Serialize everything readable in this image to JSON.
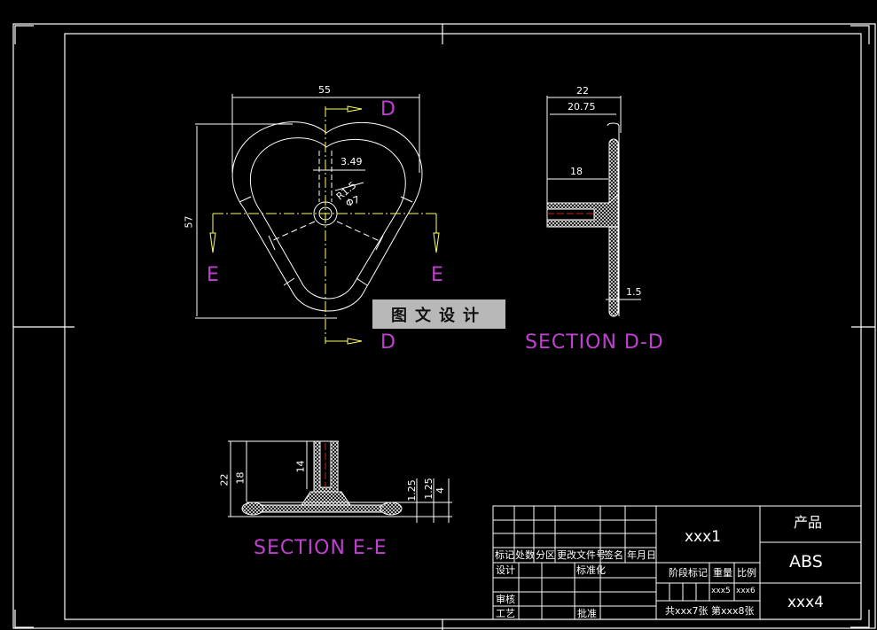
{
  "drawing": {
    "background": "#000000",
    "line_color": "#ffffff",
    "centerline_color": "#ffff66",
    "label_color": "#c040d0",
    "hidden_axis_color": "#cc2222"
  },
  "top_view": {
    "width_dim": "55",
    "height_dim": "57",
    "rib_dim": "3.49",
    "radius_dim": "R1.5",
    "diameter_dim": "Φ7",
    "section_marks": {
      "d_top": "D",
      "d_bottom": "D",
      "e_left": "E",
      "e_right": "E"
    }
  },
  "section_dd": {
    "title": "SECTION D-D",
    "dims": {
      "overall": "22",
      "inner": "20.75",
      "boss_height": "18",
      "thickness": "1.5"
    }
  },
  "section_ee": {
    "title": "SECTION E-E",
    "dims": {
      "overall": "22",
      "boss": "18",
      "inner_boss": "14",
      "t1": "1.25",
      "t2": "1.25",
      "t3": "4"
    }
  },
  "watermark": {
    "text": "图文设计"
  },
  "title_block": {
    "rev_headers": [
      "标记",
      "处数",
      "分区",
      "更改文件号",
      "签名",
      "年月日"
    ],
    "rows": {
      "design": "设计",
      "standardize": "标准化",
      "review": "审核",
      "process": "工艺",
      "approve": "批准"
    },
    "drawing_name": "xxx1",
    "product_label": "产品",
    "material": "ABS",
    "drawing_number": "xxx4",
    "stage_mark": "阶段标记",
    "weight_label": "重量",
    "scale_label": "比例",
    "weight_value": "xxx5",
    "scale_value": "xxx6",
    "sheet_info": "共xxx7张 第xxx8张"
  }
}
